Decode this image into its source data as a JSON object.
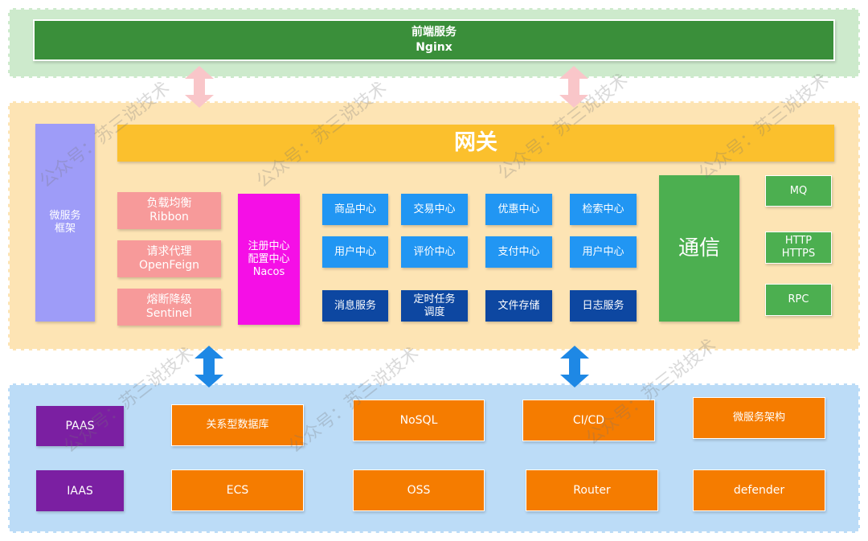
{
  "colors": {
    "top_layer_bg": "#cdeacc",
    "mid_layer_bg": "#fde4b4",
    "bottom_layer_bg": "#bcdcf7",
    "nginx_bar": "#3a8f3a",
    "gateway_bar": "#fbc02d",
    "framework": "#9e9cf8",
    "framework_items": "#f79a9a",
    "nacos": "#f50fe6",
    "service_light": "#2196f3",
    "service_dark": "#0d47a1",
    "comm": "#4caf50",
    "paas": "#7b1fa2",
    "infra": "#f57c00",
    "arrow_pink": "#f9c6c9",
    "arrow_blue": "#1e88e5"
  },
  "frontend": {
    "title": "前端服务",
    "subtitle": "Nginx"
  },
  "gateway": {
    "label": "网关"
  },
  "framework": {
    "label": [
      "微服务",
      "框架"
    ],
    "items": [
      {
        "line1": "负载均衡",
        "line2": "Ribbon"
      },
      {
        "line1": "请求代理",
        "line2": "OpenFeign"
      },
      {
        "line1": "熔断降级",
        "line2": "Sentinel"
      }
    ]
  },
  "nacos": {
    "lines": [
      "注册中心",
      "配置中心",
      "Nacos"
    ]
  },
  "services": {
    "row1": [
      "商品中心",
      "交易中心",
      "优惠中心",
      "检索中心"
    ],
    "row2": [
      "用户中心",
      "评价中心",
      "支付中心",
      "用户中心"
    ],
    "row3": [
      {
        "lines": [
          "消息服务"
        ]
      },
      {
        "lines": [
          "定时任务",
          "调度"
        ]
      },
      {
        "lines": [
          "文件存储"
        ]
      },
      {
        "lines": [
          "日志服务"
        ]
      }
    ]
  },
  "communication": {
    "label": "通信",
    "protocols": [
      {
        "lines": [
          "MQ"
        ]
      },
      {
        "lines": [
          "HTTP",
          "HTTPS"
        ]
      },
      {
        "lines": [
          "RPC"
        ]
      }
    ]
  },
  "infrastructure": {
    "row1": [
      "PAAS",
      "关系型数据库",
      "NoSQL",
      "CI/CD",
      "微服务架构"
    ],
    "row2": [
      "IAAS",
      "ECS",
      "OSS",
      "Router",
      "defender"
    ]
  },
  "watermark": "公众号：苏三说技术"
}
